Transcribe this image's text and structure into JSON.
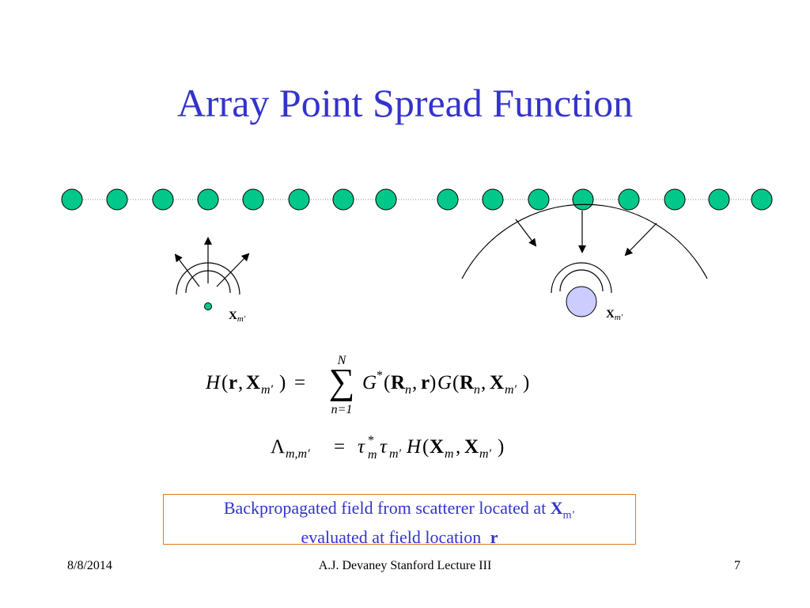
{
  "slide": {
    "title": "Array Point Spread Function",
    "figure": {
      "left_label_bold": "X",
      "left_label_sub": "m′",
      "right_label_bold": "X",
      "right_label_sub": "m′",
      "colors": {
        "element_fill": "#00c88a",
        "scatterer_fill": "#ccccff",
        "title": "#3333cc",
        "caption_border": "#e07820"
      }
    },
    "equation1": {
      "lhs_H": "H",
      "lhs_open": "(",
      "lhs_r": "r",
      "lhs_comma": ",",
      "lhs_X": "X",
      "lhs_sub": "m′",
      "lhs_close": ")",
      "equals": "=",
      "sum_upper": "N",
      "sum_symbol": "∑",
      "sum_lower": "n=1",
      "term1": "G",
      "term1_sup": "*",
      "term1_open": "(",
      "term1_R": "R",
      "term1_R_sub": "n",
      "term1_comma": ",",
      "term1_r": "r",
      "term1_close": ")",
      "term2": "G",
      "term2_open": "(",
      "term2_R": "R",
      "term2_R_sub": "n",
      "term2_comma": ",",
      "term2_X": "X",
      "term2_X_sub": "m′",
      "term2_close": ")"
    },
    "equation2": {
      "lambda": "Λ",
      "lambda_sub": "m,m′",
      "equals": "=",
      "tau1": "τ",
      "tau1_sup": "*",
      "tau1_sub": "m",
      "tau2": "τ",
      "tau2_sub": "m′",
      "H": "H",
      "open": "(",
      "X1": "X",
      "X1_sub": "m",
      "comma": ",",
      "X2": "X",
      "X2_sub": "m′",
      "close": ")"
    },
    "caption": {
      "line1": "Backpropagated field from scatterer located at ",
      "line1_bold": "X",
      "line1_sub": "m’",
      "line2": "evaluated at field location ",
      "line2_bold": "r"
    },
    "footer": {
      "date": "8/8/2014",
      "center": "A.J. Devaney Stanford Lecture III",
      "page": "7"
    }
  }
}
